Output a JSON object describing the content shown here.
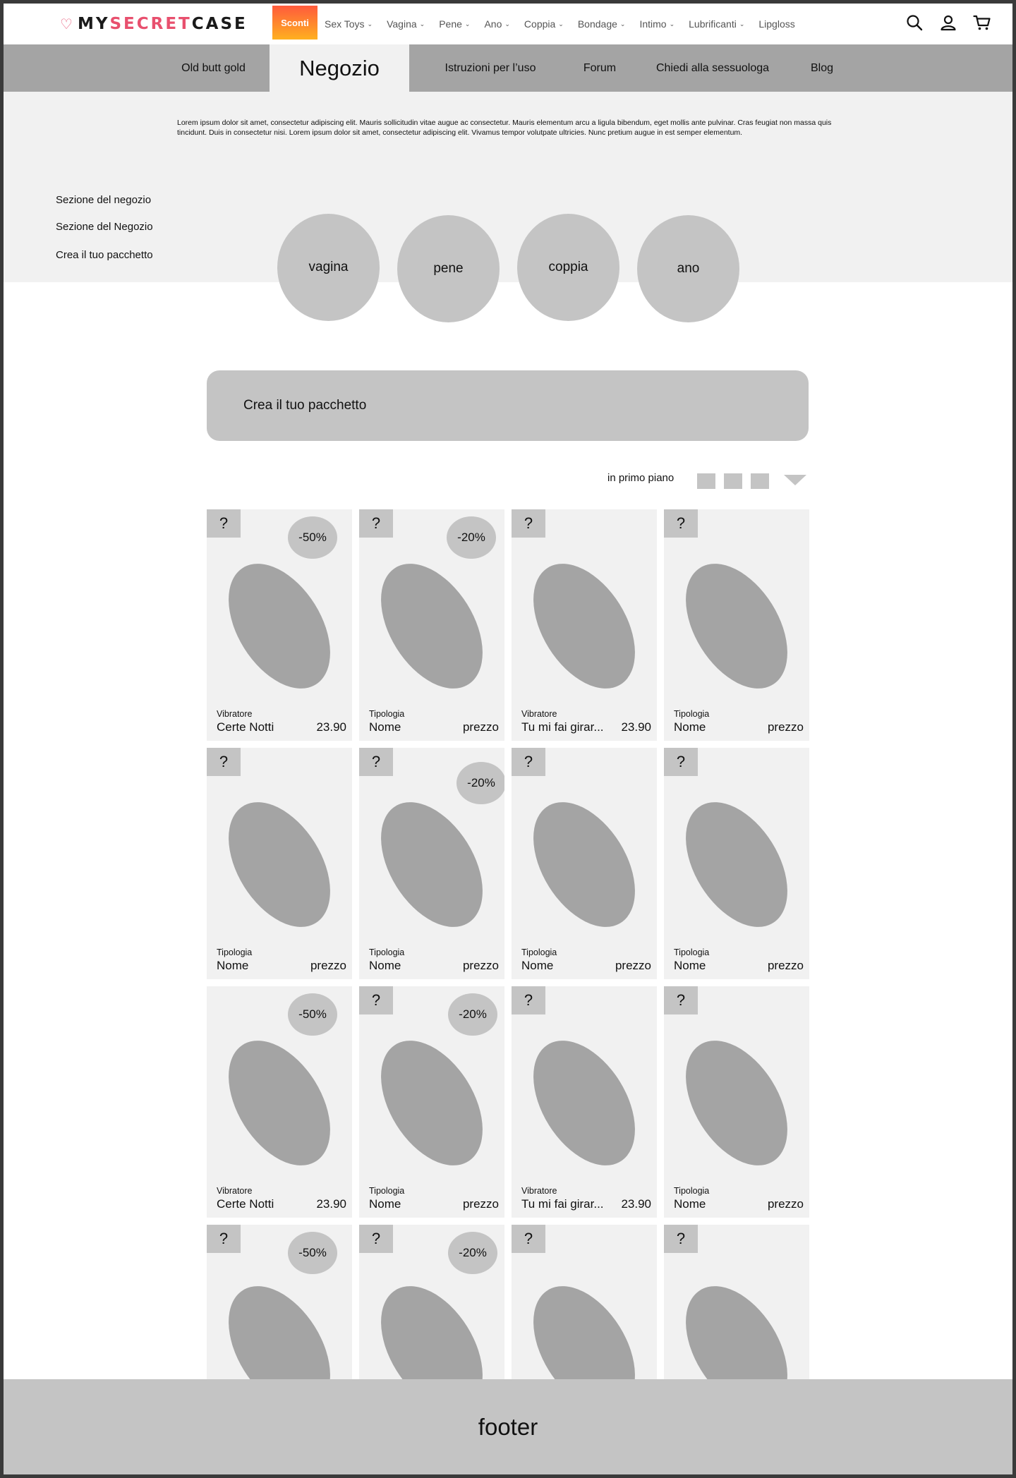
{
  "logo": {
    "part1": "MY",
    "part2": "SECRET",
    "part3": "CASE"
  },
  "header": {
    "sconti_label": "Sconti",
    "nav": [
      {
        "label": "Sex Toys",
        "has_chevron": true
      },
      {
        "label": "Vagina",
        "has_chevron": true
      },
      {
        "label": "Pene",
        "has_chevron": true
      },
      {
        "label": "Ano",
        "has_chevron": true
      },
      {
        "label": "Coppia",
        "has_chevron": true
      },
      {
        "label": "Bondage",
        "has_chevron": true
      },
      {
        "label": "Intimo",
        "has_chevron": true
      },
      {
        "label": "Lubrificanti",
        "has_chevron": true
      },
      {
        "label": "Lipgloss",
        "has_chevron": false
      }
    ],
    "icons": [
      "search-icon",
      "account-icon",
      "cart-icon"
    ]
  },
  "subnav": {
    "tabs": [
      "Old butt gold",
      "Negozio",
      "Istruzioni per l’uso",
      "Forum",
      "Chiedi alla sessuologa",
      "Blog"
    ],
    "active": "Negozio"
  },
  "intro": {
    "text": "Lorem ipsum dolor sit amet, consectetur adipiscing elit. Mauris sollicitudin vitae augue ac consectetur. Mauris elementum arcu a ligula bibendum, eget mollis ante pulvinar. Cras feugiat non massa quis tincidunt. Duis in consectetur nisi. Lorem ipsum dolor sit amet, consectetur adipiscing elit. Vivamus tempor volutpate ultricies. Nunc pretium augue in est semper elementum."
  },
  "sidebar": {
    "links": [
      "Sezione del negozio",
      "Sezione del Negozio",
      "Crea il tuo pacchetto"
    ]
  },
  "categories": [
    "vagina",
    "pene",
    "coppia",
    "ano"
  ],
  "bundle": {
    "label": "Crea il tuo pacchetto"
  },
  "sort": {
    "label": "in primo piano"
  },
  "products": [
    {
      "type": "Vibratore",
      "name": "Certe Notti",
      "price": "23.90",
      "badge": "-50%",
      "q": "?"
    },
    {
      "type": "Tipologia",
      "name": "Nome",
      "price": "prezzo",
      "badge": "-20%",
      "q": "?"
    },
    {
      "type": "Vibratore",
      "name": "Tu mi fai girar...",
      "price": "23.90",
      "badge": "",
      "q": "?"
    },
    {
      "type": "Tipologia",
      "name": "Nome",
      "price": "prezzo",
      "badge": "",
      "q": "?"
    },
    {
      "type": "Tipologia",
      "name": "Nome",
      "price": "prezzo",
      "badge": "",
      "q": "?"
    },
    {
      "type": "Tipologia",
      "name": "Nome",
      "price": "prezzo",
      "badge": "-20%",
      "q": "?"
    },
    {
      "type": "Tipologia",
      "name": "Nome",
      "price": "prezzo",
      "badge": "",
      "q": "?"
    },
    {
      "type": "Tipologia",
      "name": "Nome",
      "price": "prezzo",
      "badge": "",
      "q": "?"
    },
    {
      "type": "Vibratore",
      "name": "Certe Notti",
      "price": "23.90",
      "badge": "-50%",
      "q": ""
    },
    {
      "type": "Tipologia",
      "name": "Nome",
      "price": "prezzo",
      "badge": "-20%",
      "q": "?"
    },
    {
      "type": "Vibratore",
      "name": "Tu mi fai girar...",
      "price": "23.90",
      "badge": "",
      "q": "?"
    },
    {
      "type": "Tipologia",
      "name": "Nome",
      "price": "prezzo",
      "badge": "",
      "q": "?"
    },
    {
      "type": "",
      "name": "",
      "price": "",
      "badge": "-50%",
      "q": "?"
    },
    {
      "type": "",
      "name": "",
      "price": "",
      "badge": "-20%",
      "q": "?"
    },
    {
      "type": "",
      "name": "",
      "price": "",
      "badge": "",
      "q": "?"
    },
    {
      "type": "",
      "name": "",
      "price": "",
      "badge": "",
      "q": "?"
    }
  ],
  "footer": {
    "label": "footer"
  }
}
